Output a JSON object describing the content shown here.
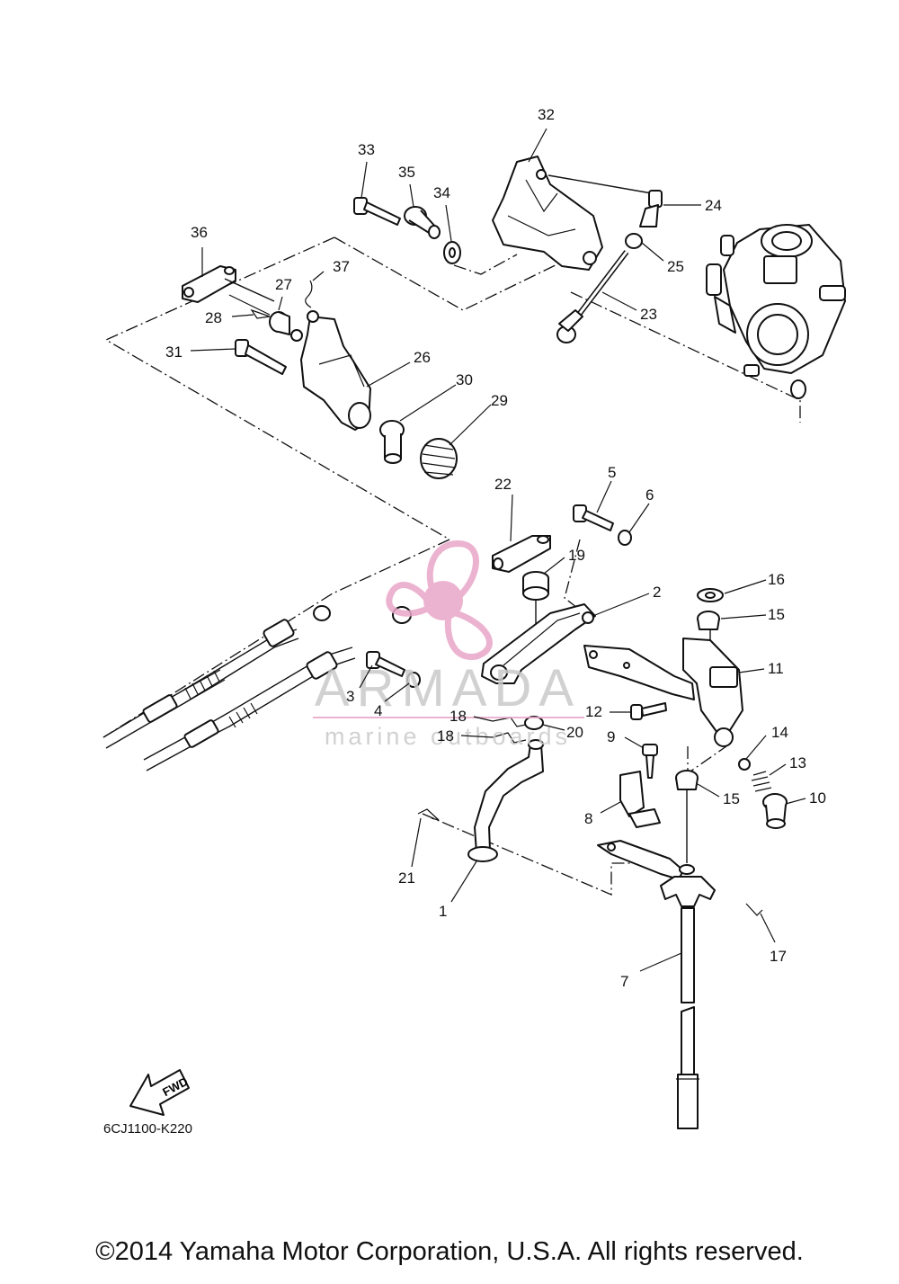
{
  "diagram": {
    "code": "6CJ1100-K220",
    "fwd_label": "FWD",
    "copyright": "©2014 Yamaha Motor Corporation, U.S.A. All rights reserved.",
    "watermark": {
      "brand": "ARMADA",
      "tagline": "marine outboards",
      "color": "#e9a6c8"
    },
    "callouts": [
      "1",
      "2",
      "3",
      "4",
      "5",
      "6",
      "7",
      "8",
      "9",
      "10",
      "11",
      "12",
      "13",
      "14",
      "15",
      "15",
      "16",
      "17",
      "18",
      "18",
      "19",
      "20",
      "21",
      "22",
      "23",
      "24",
      "25",
      "26",
      "27",
      "28",
      "29",
      "30",
      "31",
      "32",
      "33",
      "34",
      "35",
      "36",
      "37"
    ]
  }
}
